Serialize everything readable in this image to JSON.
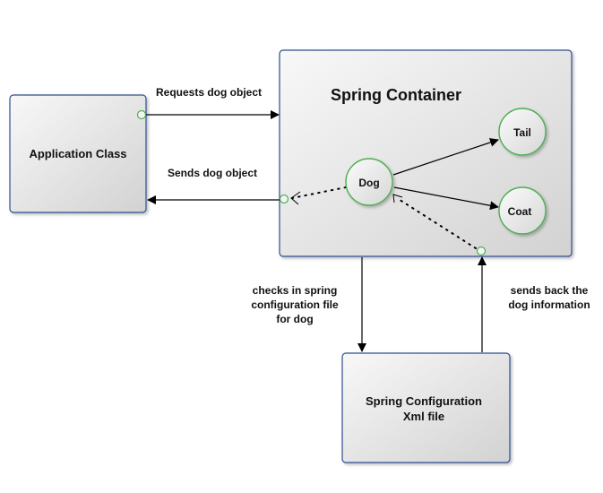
{
  "diagram": {
    "nodes": {
      "application_class": "Application Class",
      "spring_container": "Spring Container",
      "dog": "Dog",
      "tail": "Tail",
      "coat": "Coat",
      "config_line1": "Spring Configuration",
      "config_line2": "Xml file"
    },
    "edges": {
      "requests": "Requests dog object",
      "sends": "Sends dog object",
      "checks_line1": "checks in spring",
      "checks_line2": "configuration file",
      "checks_line3": "for dog",
      "sendsback_line1": "sends back the",
      "sendsback_line2": "dog information"
    },
    "colors": {
      "box_border": "#2f4f8f",
      "circle_border": "#4caf50",
      "fill_light": "#f7f7f7",
      "fill_dark": "#d4d4d4"
    }
  }
}
